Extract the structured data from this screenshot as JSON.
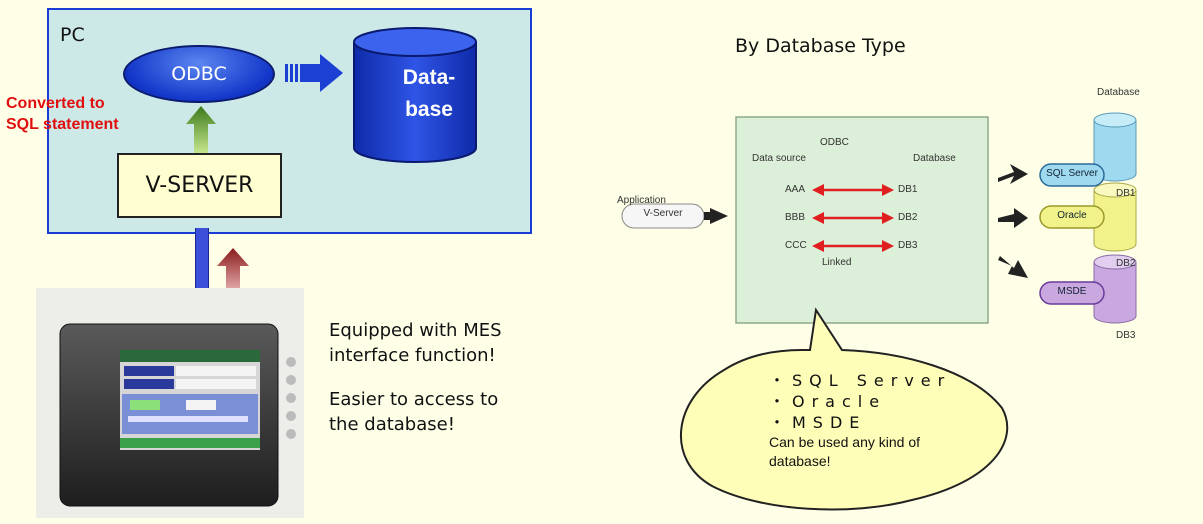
{
  "pc": {
    "label": "PC"
  },
  "odbc": {
    "label": "ODBC"
  },
  "database": {
    "label_line1": "Data-",
    "label_line2": "base"
  },
  "converted": {
    "line1": "Converted to",
    "line2": "SQL statement"
  },
  "vserver": {
    "label": "V-SERVER"
  },
  "hmi": {
    "equipped_line1": "Equipped with MES",
    "equipped_line2": "interface function!",
    "easier_line1": "Easier to access to",
    "easier_line2": "the database!"
  },
  "diagram": {
    "title": "By Database Type",
    "application_label": "Application",
    "vserver_label": "V-Server",
    "odbc_title": "ODBC",
    "data_source_header": "Data source",
    "database_header": "Database",
    "rows": [
      {
        "source": "AAA",
        "db": "DB1"
      },
      {
        "source": "BBB",
        "db": "DB2"
      },
      {
        "source": "CCC",
        "db": "DB3"
      }
    ],
    "linked_label": "Linked",
    "right_database_header": "Database",
    "targets": [
      {
        "name": "SQL Server",
        "tag": "DB1",
        "color": "#9fd9ef"
      },
      {
        "name": "Oracle",
        "tag": "DB2",
        "color": "#f2f28a"
      },
      {
        "name": "MSDE",
        "tag": "DB3",
        "color": "#c9a8e0"
      }
    ]
  },
  "callout": {
    "item1": "・SQL Server",
    "item2": "・Oracle",
    "item3": "・MSDE",
    "note_line1": "Can be used any kind of",
    "note_line2": "database!"
  },
  "colors": {
    "background": "#ffffe8",
    "pc_fill": "#cde9e7",
    "pc_border": "#1a3bd6",
    "odbc_blue": "#1336c9",
    "db_blue": "#1c3fd4",
    "converted_red": "#e01010"
  }
}
